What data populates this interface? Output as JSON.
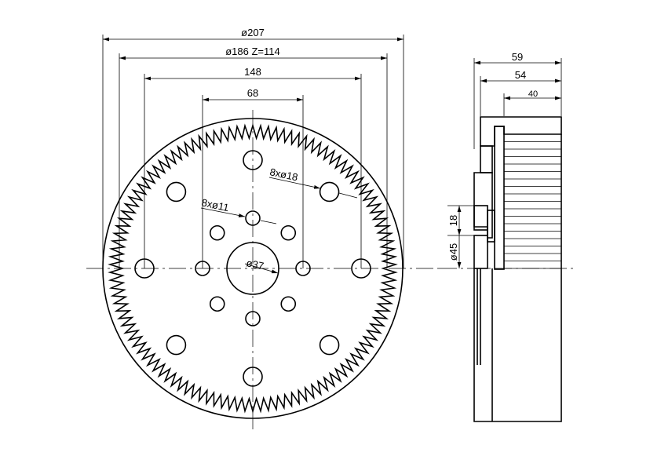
{
  "gear": {
    "teeth": 114
  },
  "dims": {
    "outer": "ø207",
    "pitch": "ø186 Z=114",
    "big_circle": "148",
    "small_circle": "68",
    "big_holes": "8xø18",
    "small_holes": "8xø11",
    "bore": "ø37",
    "w59": "59",
    "w54": "54",
    "w40": "40",
    "h18": "18",
    "d45": "ø45"
  }
}
